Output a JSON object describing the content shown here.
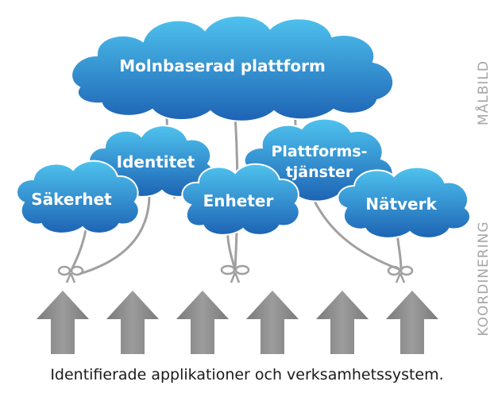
{
  "clouds": {
    "main": "Molnbaserad plattform",
    "identitet": "Identitet",
    "sakerhet": "Säkerhet",
    "enheter": "Enheter",
    "plattformstjanster_line1": "Plattforms-",
    "plattformstjanster_line2": "tjänster",
    "natverk": "Nätverk"
  },
  "side_labels": {
    "malbild": "MÅLBILD",
    "koordinering": "KOORDINERING"
  },
  "caption": "Identifierade applikationer och verksamhetssystem.",
  "colors": {
    "cloud_top": "#4fc3ee",
    "cloud_bottom": "#1d63b4",
    "arrow": "#8f8f8f",
    "string": "#a0a0a0",
    "side_label": "#a6a6a6"
  }
}
